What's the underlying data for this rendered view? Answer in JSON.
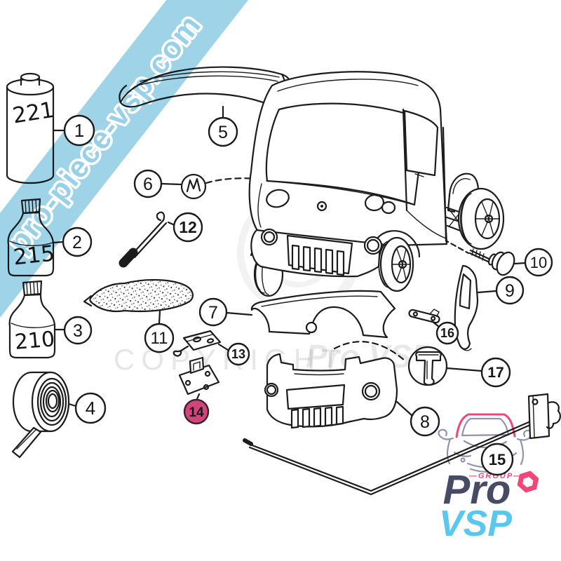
{
  "banner": {
    "text": "pro-piece-vsp.com",
    "color": "#9fd4e8"
  },
  "watermark": {
    "copyright": "COPYRIGHT",
    "brand": "Pro VSP"
  },
  "parts": {
    "canister": {
      "label": "221"
    },
    "bottle_mid": {
      "label": "215"
    },
    "bottle_low": {
      "label": "210"
    },
    "emblem": {
      "letter": "M"
    }
  },
  "callout_labels": [
    "1",
    "2",
    "3",
    "4",
    "5",
    "6",
    "7",
    "8",
    "9",
    "10",
    "11",
    "12",
    "13",
    "14",
    "15",
    "16",
    "17"
  ],
  "logo": {
    "group": "—GROUP—",
    "pro": "Pro",
    "vsp": "VSP"
  },
  "colors": {
    "highlight_circle": "#d3457a",
    "highlight_text": "#2d1620",
    "logo_navy": "#474b63",
    "logo_cyan": "#5ac8ec",
    "logo_pink": "#ef4778",
    "ink": "#1c1c1c",
    "banner_blue": "#9fd4e8"
  }
}
